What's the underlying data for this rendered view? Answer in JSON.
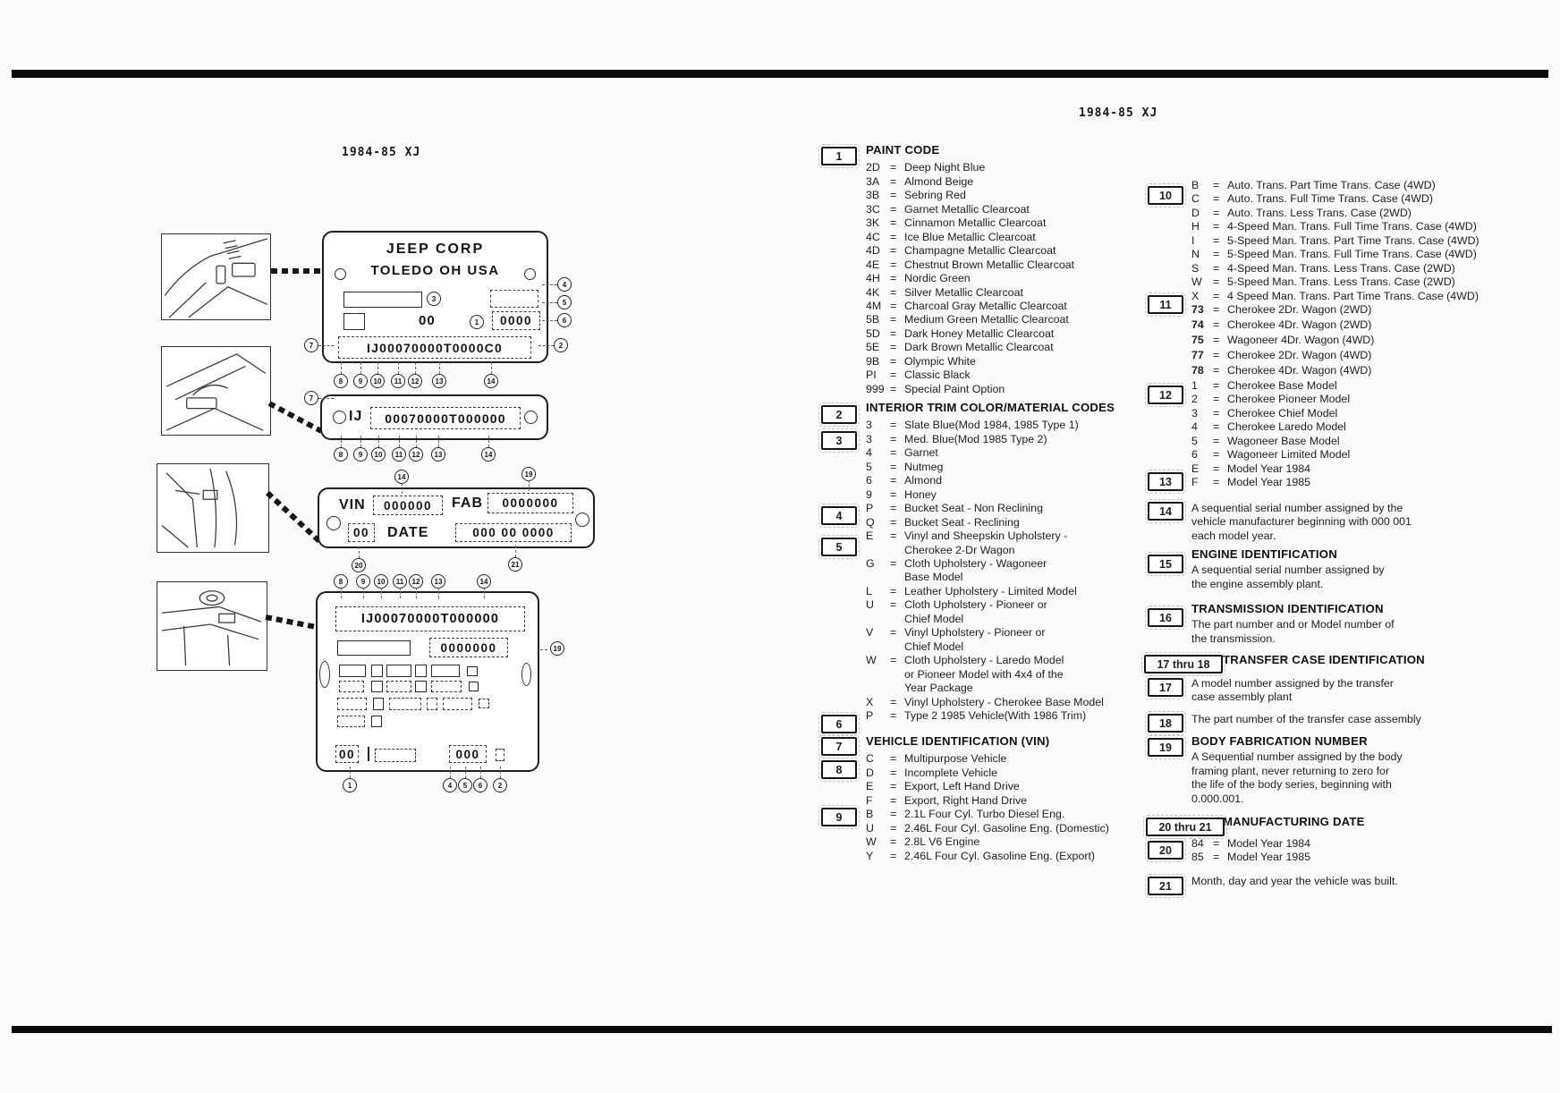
{
  "colors": {
    "ink": "#1d1d1d",
    "paper": "#fcfcfb"
  },
  "header": {
    "left": "1984-85 XJ",
    "right": "1984-85 XJ"
  },
  "plates": {
    "plate1": {
      "line1": "JEEP CORP",
      "line2": "TOLEDO OH USA",
      "mid_value": "00",
      "mid_digits": "0000",
      "vin": "IJ00070000T0000C0"
    },
    "plate2": {
      "prefix": "IJ",
      "vin_digits": "00070000T000000"
    },
    "plate3": {
      "vin_label": "VIN",
      "vin_value": "000000",
      "fab_label": "FAB",
      "fab_value": "0000000",
      "code_value": "00",
      "date_label": "DATE",
      "date_value": "000 00 0000"
    },
    "plate4": {
      "vin": "IJ00070000T000000",
      "fab_value": "0000000",
      "bottom_left": "00",
      "bottom_right": "000"
    }
  },
  "callouts": {
    "row": [
      "8",
      "9",
      "10",
      "11",
      "12",
      "13",
      "14"
    ],
    "plate1_left": "7",
    "plate1_inner_top": "3",
    "plate1_inner_mid": "1",
    "plate1_right": [
      "4",
      "5",
      "6",
      "2"
    ],
    "plate2_left": "7",
    "between_14": "14",
    "between_19": "19",
    "plate3_20": "20",
    "plate3_21": "21",
    "plate4_right": "19",
    "plate4_bottom": [
      "1",
      "4",
      "5",
      "6",
      "2"
    ]
  },
  "sections": {
    "paint": {
      "num": "1",
      "title": "PAINT CODE",
      "rows": [
        {
          "c": "2D",
          "e": "=",
          "t": "Deep Night Blue"
        },
        {
          "c": "3A",
          "e": "=",
          "t": "Almond Beige"
        },
        {
          "c": "3B",
          "e": "=",
          "t": "Sebring Red"
        },
        {
          "c": "3C",
          "e": "=",
          "t": "Garnet Metallic Clearcoat"
        },
        {
          "c": "3K",
          "e": "=",
          "t": "Cinnamon Metallic Clearcoat"
        },
        {
          "c": "4C",
          "e": "=",
          "t": "Ice Blue Metallic Clearcoat"
        },
        {
          "c": "4D",
          "e": "=",
          "t": "Champagne Metallic Clearcoat"
        },
        {
          "c": "4E",
          "e": "=",
          "t": "Chestnut Brown Metallic Clearcoat"
        },
        {
          "c": "4H",
          "e": "=",
          "t": "Nordic Green"
        },
        {
          "c": "4K",
          "e": "=",
          "t": "Silver Metallic Clearcoat"
        },
        {
          "c": "4M",
          "e": "=",
          "t": "Charcoal Gray Metallic Clearcoat"
        },
        {
          "c": "5B",
          "e": "=",
          "t": "Medium Green Metallic Clearcoat"
        },
        {
          "c": "5D",
          "e": "=",
          "t": "Dark Honey Metallic Clearcoat"
        },
        {
          "c": "5E",
          "e": "=",
          "t": "Dark Brown Metallic Clearcoat"
        },
        {
          "c": "9B",
          "e": "=",
          "t": "Olympic White"
        },
        {
          "c": "PI",
          "e": "=",
          "t": "Classic Black"
        },
        {
          "c": "999",
          "e": "=",
          "t": "Special Paint Option"
        }
      ]
    },
    "interior": {
      "num2": "2",
      "num3": "3",
      "num4": "4",
      "num5": "5",
      "title": "INTERIOR TRIM COLOR/MATERIAL CODES",
      "rows": [
        {
          "c": "3",
          "e": "=",
          "t": "Slate Blue(Mod 1984, 1985 Type 1)"
        },
        {
          "c": "3",
          "e": "=",
          "t": "Med. Blue(Mod 1985 Type 2)"
        },
        {
          "c": "4",
          "e": "=",
          "t": "Garnet"
        },
        {
          "c": "5",
          "e": "=",
          "t": "Nutmeg"
        },
        {
          "c": "6",
          "e": "=",
          "t": "Almond"
        },
        {
          "c": "9",
          "e": "=",
          "t": "Honey"
        },
        {
          "c": "P",
          "e": "=",
          "t": "Bucket Seat - Non Reclining"
        },
        {
          "c": "Q",
          "e": "=",
          "t": "Bucket Seat - Reclining"
        },
        {
          "c": "E",
          "e": "=",
          "t": "Vinyl and Sheepskin Upholstery -"
        },
        {
          "c": "",
          "e": "",
          "t": "Cherokee 2-Dr Wagon"
        },
        {
          "c": "G",
          "e": "=",
          "t": "Cloth Upholstery - Wagoneer"
        },
        {
          "c": "",
          "e": "",
          "t": "Base Model"
        },
        {
          "c": "L",
          "e": "=",
          "t": "Leather Upholstery - Limited Model"
        },
        {
          "c": "U",
          "e": "=",
          "t": "Cloth Upholstery - Pioneer or"
        },
        {
          "c": "",
          "e": "",
          "t": "Chief Model"
        },
        {
          "c": "V",
          "e": "=",
          "t": "Vinyl Upholstery - Pioneer or"
        },
        {
          "c": "",
          "e": "",
          "t": "Chief Model"
        },
        {
          "c": "W",
          "e": "=",
          "t": "Cloth Upholstery - Laredo Model"
        },
        {
          "c": "",
          "e": "",
          "t": "or Pioneer Model with 4x4 of the"
        },
        {
          "c": "",
          "e": "",
          "t": "Year Package"
        },
        {
          "c": "X",
          "e": "=",
          "t": "Vinyl Upholstery - Cherokee Base Model"
        },
        {
          "c": "P",
          "e": "=",
          "t": "Type 2 1985 Vehicle(With 1986 Trim)"
        }
      ]
    },
    "vin": {
      "num6": "6",
      "num7": "7",
      "num8": "8",
      "num9": "9",
      "title": "VEHICLE IDENTIFICATION (VIN)",
      "rows": [
        {
          "c": "C",
          "e": "=",
          "t": "Multipurpose Vehicle"
        },
        {
          "c": "D",
          "e": "=",
          "t": "Incomplete Vehicle"
        },
        {
          "c": "E",
          "e": "=",
          "t": "Export, Left Hand Drive"
        },
        {
          "c": "F",
          "e": "=",
          "t": "Export, Right Hand Drive"
        },
        {
          "c": "B",
          "e": "=",
          "t": "2.1L Four Cyl. Turbo Diesel Eng."
        },
        {
          "c": "U",
          "e": "=",
          "t": "2.46L Four Cyl. Gasoline Eng. (Domestic)"
        },
        {
          "c": "W",
          "e": "=",
          "t": "2.8L V6 Engine"
        },
        {
          "c": "Y",
          "e": "=",
          "t": "2.46L Four Cyl. Gasoline Eng. (Export)"
        }
      ]
    },
    "trans": {
      "num": "10",
      "rows": [
        {
          "c": "B",
          "e": "=",
          "t": "Auto. Trans. Part Time Trans. Case (4WD)"
        },
        {
          "c": "C",
          "e": "=",
          "t": "Auto. Trans. Full Time Trans. Case (4WD)"
        },
        {
          "c": "D",
          "e": "=",
          "t": "Auto. Trans. Less Trans. Case (2WD)"
        },
        {
          "c": "H",
          "e": "=",
          "t": "4-Speed Man. Trans. Full Time Trans. Case (4WD)"
        },
        {
          "c": "I",
          "e": "=",
          "t": "5-Speed Man. Trans. Part Time Trans. Case (4WD)"
        },
        {
          "c": "N",
          "e": "=",
          "t": "5-Speed Man. Trans. Full Time Trans. Case (4WD)"
        },
        {
          "c": "S",
          "e": "=",
          "t": "4-Speed Man. Trans. Less Trans. Case (2WD)"
        },
        {
          "c": "W",
          "e": "=",
          "t": "5-Speed Man. Trans. Less Trans. Case (2WD)"
        },
        {
          "c": "X",
          "e": "=",
          "t": "4 Speed Man. Trans. Part Time Trans. Case (4WD)"
        }
      ]
    },
    "models": {
      "num": "11",
      "rows": [
        {
          "c": "73",
          "e": "=",
          "t": "Cherokee 2Dr. Wagon (2WD)"
        },
        {
          "c": "74",
          "e": "=",
          "t": "Cherokee 4Dr. Wagon (2WD)"
        },
        {
          "c": "75",
          "e": "=",
          "t": "Wagoneer 4Dr. Wagon (4WD)"
        },
        {
          "c": "77",
          "e": "=",
          "t": "Cherokee 2Dr. Wagon (4WD)"
        },
        {
          "c": "78",
          "e": "=",
          "t": "Cherokee 4Dr. Wagon (4WD)"
        }
      ]
    },
    "trimlevels": {
      "num": "12",
      "rows": [
        {
          "c": "1",
          "e": "=",
          "t": "Cherokee Base Model"
        },
        {
          "c": "2",
          "e": "=",
          "t": "Cherokee Pioneer Model"
        },
        {
          "c": "3",
          "e": "=",
          "t": "Cherokee Chief Model"
        },
        {
          "c": "4",
          "e": "=",
          "t": "Cherokee Laredo Model"
        },
        {
          "c": "5",
          "e": "=",
          "t": "Wagoneer Base Model"
        },
        {
          "c": "6",
          "e": "=",
          "t": "Wagoneer Limited Model"
        }
      ]
    },
    "years": {
      "num": "13",
      "rows": [
        {
          "c": "E",
          "e": "=",
          "t": "Model Year 1984"
        },
        {
          "c": "F",
          "e": "=",
          "t": "Model Year 1985"
        }
      ]
    },
    "serial": {
      "num": "14",
      "lines": [
        "A sequential serial number assigned by the",
        "vehicle manufacturer beginning with 000 001",
        "each model year."
      ]
    },
    "engine_id": {
      "num": "15",
      "title": "ENGINE IDENTIFICATION",
      "lines": [
        "A sequential serial number assigned by",
        "the engine assembly plant."
      ]
    },
    "trans_id": {
      "num": "16",
      "title": "TRANSMISSION IDENTIFICATION",
      "lines": [
        "The part number and or Model number of",
        "the transmission."
      ]
    },
    "transfer": {
      "range": "17 thru 18",
      "title": "TRANSFER CASE IDENTIFICATION"
    },
    "item17": {
      "num": "17",
      "lines": [
        "A model number assigned by the transfer",
        "case assembly plant"
      ]
    },
    "item18": {
      "num": "18",
      "lines": [
        "The part number of the transfer case assembly"
      ]
    },
    "body_fab": {
      "num": "19",
      "title": "BODY FABRICATION NUMBER",
      "lines": [
        "A Sequential number assigned by the body",
        "framing plant, never returning to zero for",
        "the life of the body series, beginning with",
        "0.000.001."
      ]
    },
    "manufacturing": {
      "range": "20 thru 21",
      "title": "MANUFACTURING DATE"
    },
    "item20": {
      "num": "20",
      "rows": [
        {
          "c": "84",
          "e": "=",
          "t": "Model Year 1984"
        },
        {
          "c": "85",
          "e": "=",
          "t": "Model Year 1985"
        }
      ]
    },
    "item21": {
      "num": "21",
      "lines": [
        "Month, day and year the vehicle was built."
      ]
    }
  }
}
